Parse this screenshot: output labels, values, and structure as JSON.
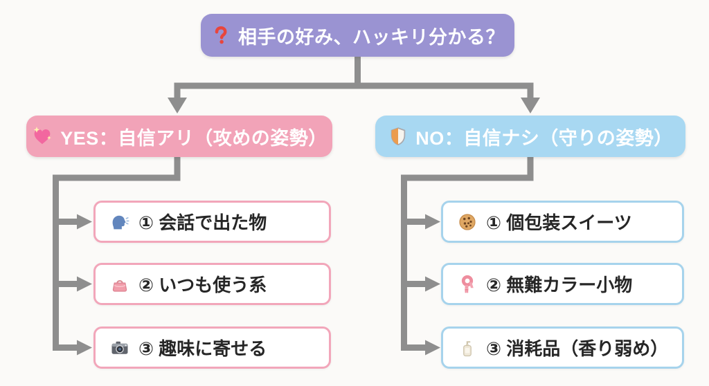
{
  "colors": {
    "background": "#fbfaf8",
    "connector": "#8e8e8e",
    "root_node_bg": "#9a93d2",
    "yes_node_bg": "#f2a3b8",
    "no_node_bg": "#a8d8f2",
    "yes_leaf_border": "#f2a6ba",
    "no_leaf_border": "#a6d3ec",
    "node_text": "#ffffff",
    "leaf_text": "#262626"
  },
  "root": {
    "icon": "question-mark-icon",
    "emoji": "❓",
    "label": "相手の好み、ハッキリ分かる？"
  },
  "branches": [
    {
      "answer": "YES",
      "icon": "sparkling-heart-icon",
      "emoji": "💖",
      "label": "YES：自信アリ（攻めの姿勢）",
      "items": [
        {
          "icon": "speaking-head-icon",
          "emoji": "🗣️",
          "label": "① 会話で出た物"
        },
        {
          "icon": "handbag-icon",
          "emoji": "👜",
          "label": "② いつも使う系"
        },
        {
          "icon": "camera-icon",
          "emoji": "📷",
          "label": "③ 趣味に寄せる"
        }
      ]
    },
    {
      "answer": "NO",
      "icon": "shield-icon",
      "emoji": "🛡️",
      "label": "NO：自信ナシ（守りの姿勢）",
      "items": [
        {
          "icon": "cookie-icon",
          "emoji": "🍪",
          "label": "① 個包装スイーツ"
        },
        {
          "icon": "scarf-icon",
          "emoji": "🧣",
          "label": "② 無難カラー小物"
        },
        {
          "icon": "lotion-bottle-icon",
          "emoji": "🧴",
          "label": "③ 消耗品（香り弱め）"
        }
      ]
    }
  ]
}
